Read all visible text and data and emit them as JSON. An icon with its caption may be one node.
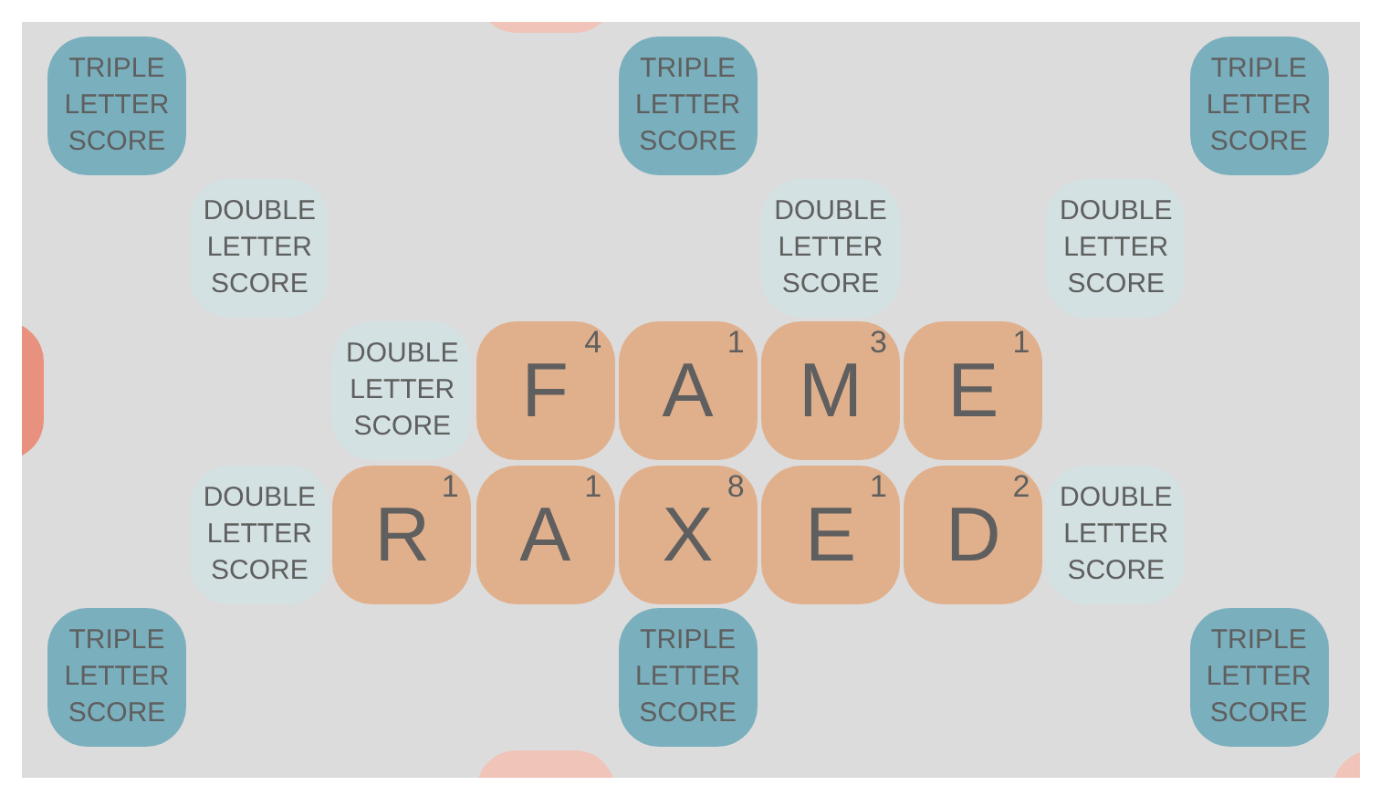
{
  "diagram": {
    "nodes": [
      {
        "text": [],
        "shape": "box"
      },
      {
        "text": [
          "TRIPLE LETTER SCORE"
        ]
      },
      {
        "text": [
          "TRIPLE LETTER SCORE"
        ]
      },
      {
        "text": [
          "TRIPLE LETTER SCORE"
        ]
      },
      {
        "text": [
          "DOUBLE LETTER SCORE"
        ]
      },
      {
        "text": [
          "DOUBLE LETTER SCORE"
        ]
      },
      {
        "text": [
          "DOUBLE LETTER SCORE"
        ]
      },
      {
        "text": [],
        "shape": "box"
      },
      {
        "text": [
          "DOUBLE LETTER SCORE"
        ]
      },
      {
        "text": [
          "F",
          "4"
        ]
      },
      {
        "text": [
          "A",
          "1"
        ]
      },
      {
        "text": [
          "M",
          "3"
        ]
      },
      {
        "text": [
          "E",
          "1"
        ]
      },
      {
        "text": [
          "DOUBLE LETTER SCORE"
        ]
      },
      {
        "text": [
          "R",
          "1"
        ]
      },
      {
        "text": [
          "A",
          "1"
        ]
      },
      {
        "text": [
          "X",
          "8"
        ]
      },
      {
        "text": [
          "E",
          "1"
        ]
      },
      {
        "text": [
          "D",
          "2"
        ]
      },
      {
        "text": [
          "DOUBLE LETTER SCORE"
        ]
      },
      {
        "text": [
          "TRIPLE LETTER SCORE"
        ]
      },
      {
        "text": [
          "TRIPLE LETTER SCORE"
        ]
      },
      {
        "text": [
          "TRIPLE LETTER SCORE"
        ]
      },
      {
        "text": [],
        "shape": "box"
      },
      {
        "text": [],
        "shape": "box"
      }
    ]
  }
}
